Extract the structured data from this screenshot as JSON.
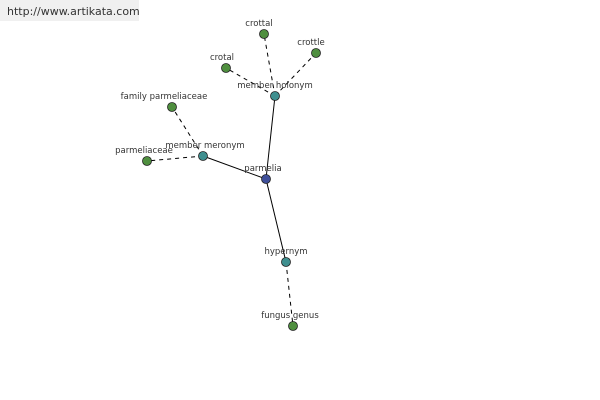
{
  "banner": {
    "url": "http://www.artikata.com"
  },
  "colors": {
    "root": "#3f4f9a",
    "relation": "#3f8f8f",
    "leaf": "#4f8f3f",
    "node_stroke": "#222222",
    "edge": "#000000"
  },
  "graph": {
    "nodes": [
      {
        "id": "parmelia",
        "label": "parmelia",
        "kind": "root"
      },
      {
        "id": "member-holonym",
        "label": "member holonym",
        "kind": "relation"
      },
      {
        "id": "member-meronym",
        "label": "member meronym",
        "kind": "relation"
      },
      {
        "id": "hypernym",
        "label": "hypernym",
        "kind": "relation"
      },
      {
        "id": "crottal",
        "label": "crottal",
        "kind": "leaf"
      },
      {
        "id": "crotal",
        "label": "crotal",
        "kind": "leaf"
      },
      {
        "id": "crottle",
        "label": "crottle",
        "kind": "leaf"
      },
      {
        "id": "family-parmeliaceae",
        "label": "family parmeliaceae",
        "kind": "leaf"
      },
      {
        "id": "parmeliaceae",
        "label": "parmeliaceae",
        "kind": "leaf"
      },
      {
        "id": "fungus-genus",
        "label": "fungus genus",
        "kind": "leaf"
      }
    ],
    "edges": [
      {
        "from": "parmelia",
        "to": "member-holonym",
        "style": "solid"
      },
      {
        "from": "parmelia",
        "to": "member-meronym",
        "style": "solid"
      },
      {
        "from": "parmelia",
        "to": "hypernym",
        "style": "solid"
      },
      {
        "from": "member-holonym",
        "to": "crottal",
        "style": "dashed"
      },
      {
        "from": "member-holonym",
        "to": "crotal",
        "style": "dashed"
      },
      {
        "from": "member-holonym",
        "to": "crottle",
        "style": "dashed"
      },
      {
        "from": "member-meronym",
        "to": "family-parmeliaceae",
        "style": "dashed"
      },
      {
        "from": "member-meronym",
        "to": "parmeliaceae",
        "style": "dashed"
      },
      {
        "from": "hypernym",
        "to": "fungus-genus",
        "style": "dashed"
      }
    ]
  }
}
